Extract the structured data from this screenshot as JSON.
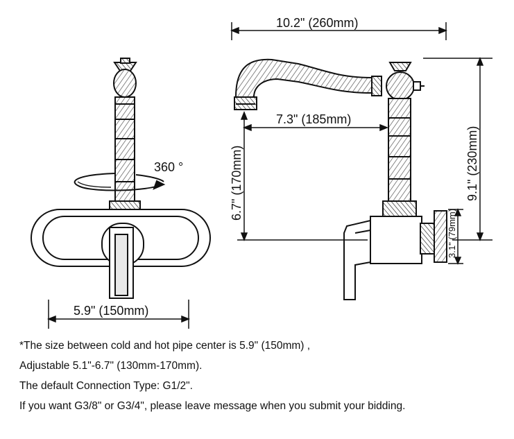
{
  "dimensions": {
    "spout_length": "10.2\" (260mm)",
    "spout_reach": "7.3\" (185mm)",
    "spout_height": "6.7\" (170mm)",
    "total_height": "9.1\" (230mm)",
    "base_depth": "3.1\" (79mm)",
    "pipe_spacing": "5.9\" (150mm)",
    "rotation": "360 °"
  },
  "notes": [
    "*The size between cold and hot pipe center is 5.9\" (150mm) ,",
    "Adjustable 5.1\"-6.7\" (130mm-170mm).",
    "The default Connection Type: G1/2\".",
    "If you want G3/8\" or G3/4\", please leave message when you submit your bidding."
  ],
  "colors": {
    "line": "#111111",
    "shade": "#555555",
    "background": "#ffffff"
  }
}
